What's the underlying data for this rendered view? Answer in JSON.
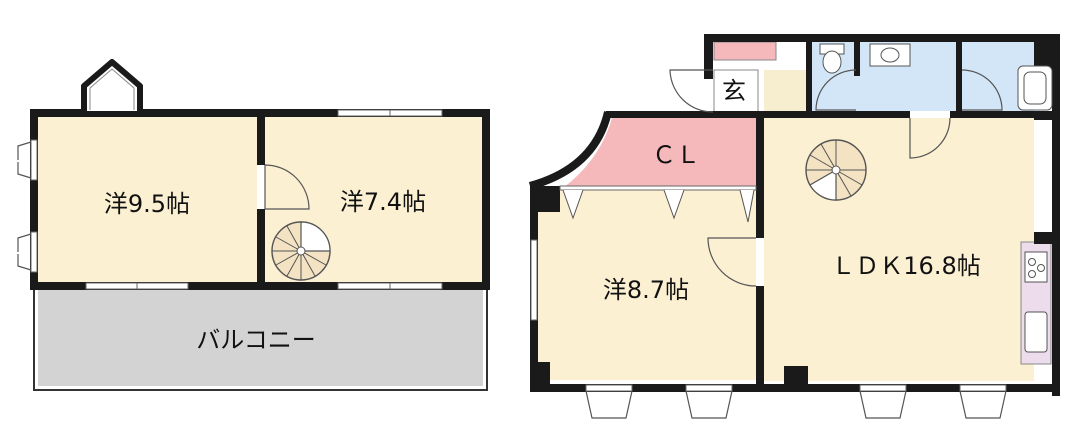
{
  "colors": {
    "room_floor": "#fcf0d2",
    "closet": "#f6b9bb",
    "balcony": "#d3d3d3",
    "wet_area": "#d2e6f8",
    "kitchen": "#ecdcec",
    "hall": "#f7edcf",
    "wall": "#1a1a1a"
  },
  "rooms": {
    "western_9_5": "洋9.5帖",
    "western_7_4": "洋7.4帖",
    "balcony": "バルコニー",
    "closet": "ＣＬ",
    "entrance": "玄",
    "western_8_7": "洋8.7帖",
    "ldk": "ＬＤＫ16.8帖"
  },
  "icons": [
    "spiral-staircase-icon",
    "toilet-icon",
    "washbasin-icon",
    "bathtub-icon",
    "stove-icon",
    "sink-icon"
  ]
}
